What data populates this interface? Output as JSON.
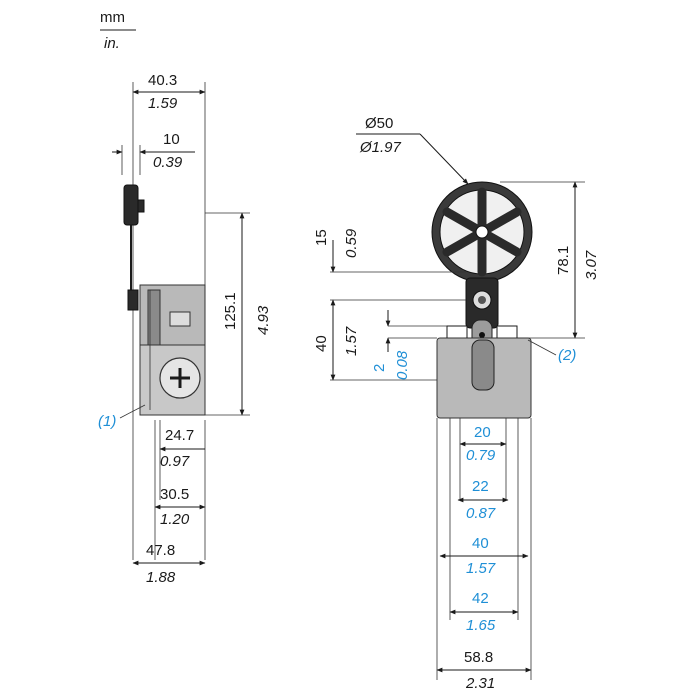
{
  "units": {
    "top": "mm",
    "bottom": "in."
  },
  "side_view": {
    "width_total": {
      "mm": "40.3",
      "in": "1.59"
    },
    "lever_thickness": {
      "mm": "10",
      "in": "0.39"
    },
    "height": {
      "mm": "125.1",
      "in": "4.93"
    },
    "dim_a": {
      "mm": "24.7",
      "in": "0.97"
    },
    "dim_b": {
      "mm": "30.5",
      "in": "1.20"
    },
    "dim_c": {
      "mm": "47.8",
      "in": "1.88"
    },
    "callout": "(1)"
  },
  "front_view": {
    "roller_diameter": {
      "mm": "Ø50",
      "in": "Ø1.97"
    },
    "offset_top": {
      "mm": "15",
      "in": "0.59"
    },
    "offset_mid": {
      "mm": "40",
      "in": "1.57"
    },
    "offset_small": {
      "mm": "2",
      "in": "0.08"
    },
    "height_right": {
      "mm": "78.1",
      "in": "3.07"
    },
    "width_1": {
      "mm": "20",
      "in": "0.79"
    },
    "width_2": {
      "mm": "22",
      "in": "0.87"
    },
    "width_3": {
      "mm": "40",
      "in": "1.57"
    },
    "width_4": {
      "mm": "42",
      "in": "1.65"
    },
    "width_5": {
      "mm": "58.8",
      "in": "2.31"
    },
    "callout": "(2)"
  },
  "colors": {
    "blue_dimension": "#1f8fd6",
    "line": "#1a1a1a",
    "body": "#b9b9b9"
  }
}
